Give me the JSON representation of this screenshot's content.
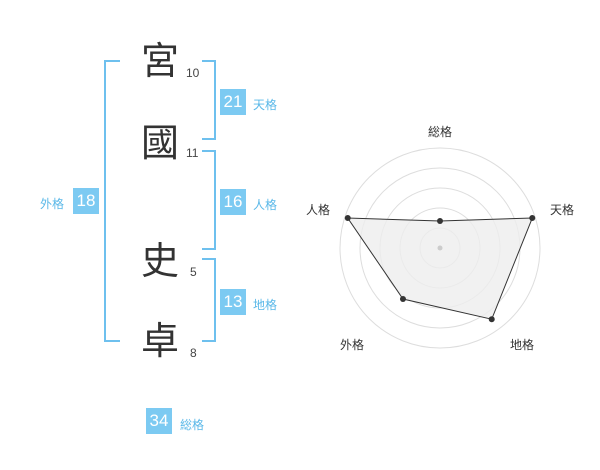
{
  "name": {
    "chars": [
      {
        "char": "宮",
        "strokes": "10"
      },
      {
        "char": "國",
        "strokes": "11"
      },
      {
        "char": "史",
        "strokes": "5"
      },
      {
        "char": "卓",
        "strokes": "8"
      }
    ]
  },
  "fortune": {
    "tenkaku": {
      "value": "21",
      "label": "天格"
    },
    "jinkaku": {
      "value": "16",
      "label": "人格"
    },
    "chikaku": {
      "value": "13",
      "label": "地格"
    },
    "gaikaku": {
      "value": "18",
      "label": "外格"
    },
    "soukaku": {
      "value": "34",
      "label": "総格"
    }
  },
  "chart_data": {
    "type": "radar",
    "axes": [
      "総格",
      "天格",
      "地格",
      "外格",
      "人格"
    ],
    "values": [
      0.27,
      0.97,
      0.88,
      0.63,
      0.97
    ],
    "rings": 5,
    "colors": {
      "fill": "#eeeeee",
      "ring": "#dddddd",
      "line": "#333333",
      "point": "#333333"
    }
  },
  "colors": {
    "accent": "#7ccaf2",
    "bracket": "#6ec0ee"
  }
}
